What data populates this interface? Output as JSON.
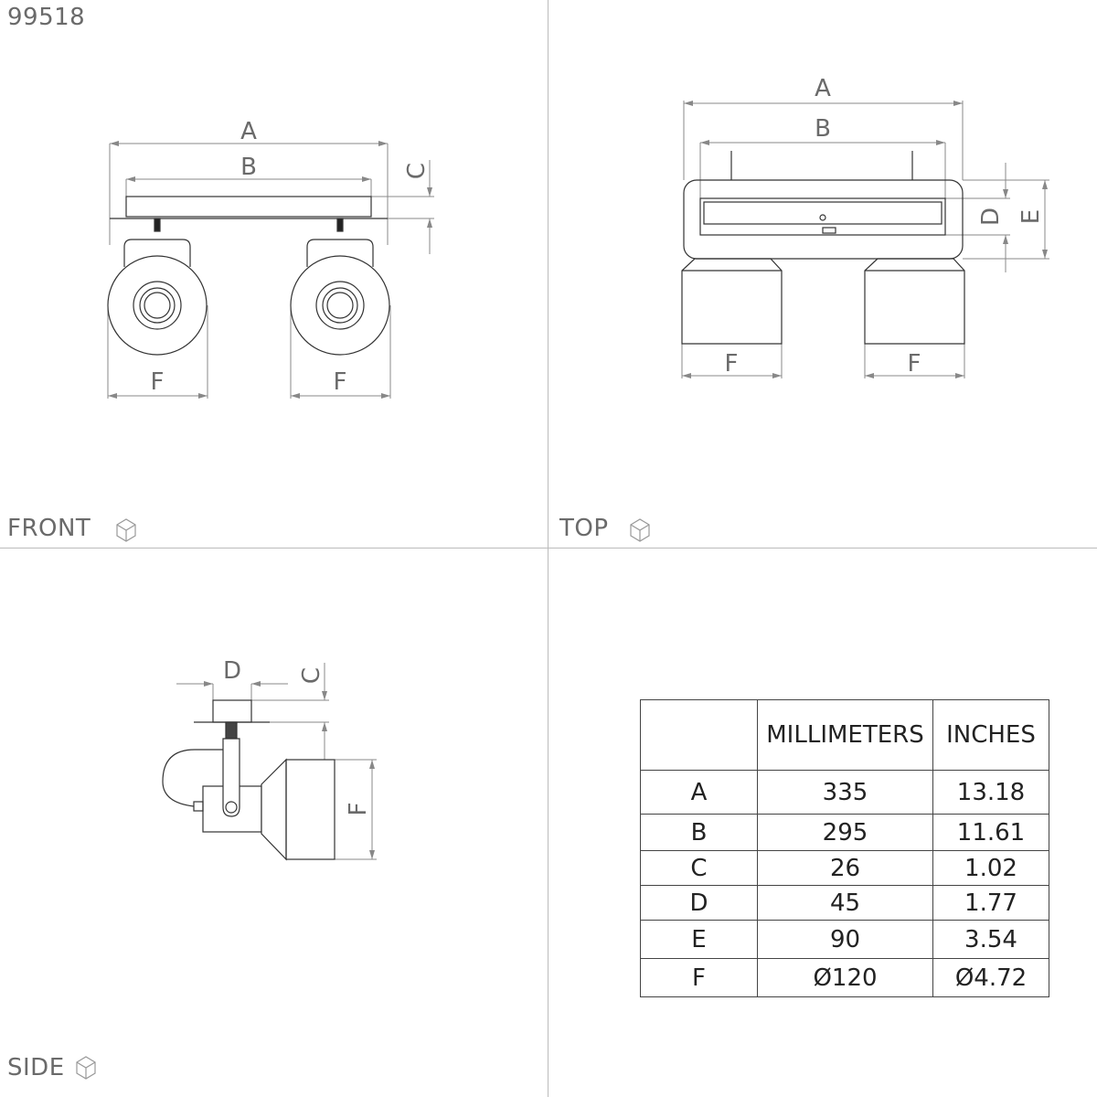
{
  "product_code": "99518",
  "views": {
    "front": "FRONT",
    "top": "TOP",
    "side": "SIDE"
  },
  "dimension_letters": {
    "a": "A",
    "b": "B",
    "c": "C",
    "d": "D",
    "e": "E",
    "f": "F"
  },
  "table": {
    "headers": [
      "",
      "MILLIMETERS",
      "INCHES"
    ],
    "rows": [
      {
        "dim": "A",
        "mm": "335",
        "in": "13.18"
      },
      {
        "dim": "B",
        "mm": "295",
        "in": "11.61"
      },
      {
        "dim": "C",
        "mm": "26",
        "in": "1.02"
      },
      {
        "dim": "D",
        "mm": "45",
        "in": "1.77"
      },
      {
        "dim": "E",
        "mm": "90",
        "in": "3.54"
      },
      {
        "dim": "F",
        "mm": "Ø120",
        "in": "Ø4.72"
      }
    ]
  },
  "colors": {
    "line": "#333333",
    "dim": "#8a8a8a",
    "grid": "#bbbbbb"
  }
}
